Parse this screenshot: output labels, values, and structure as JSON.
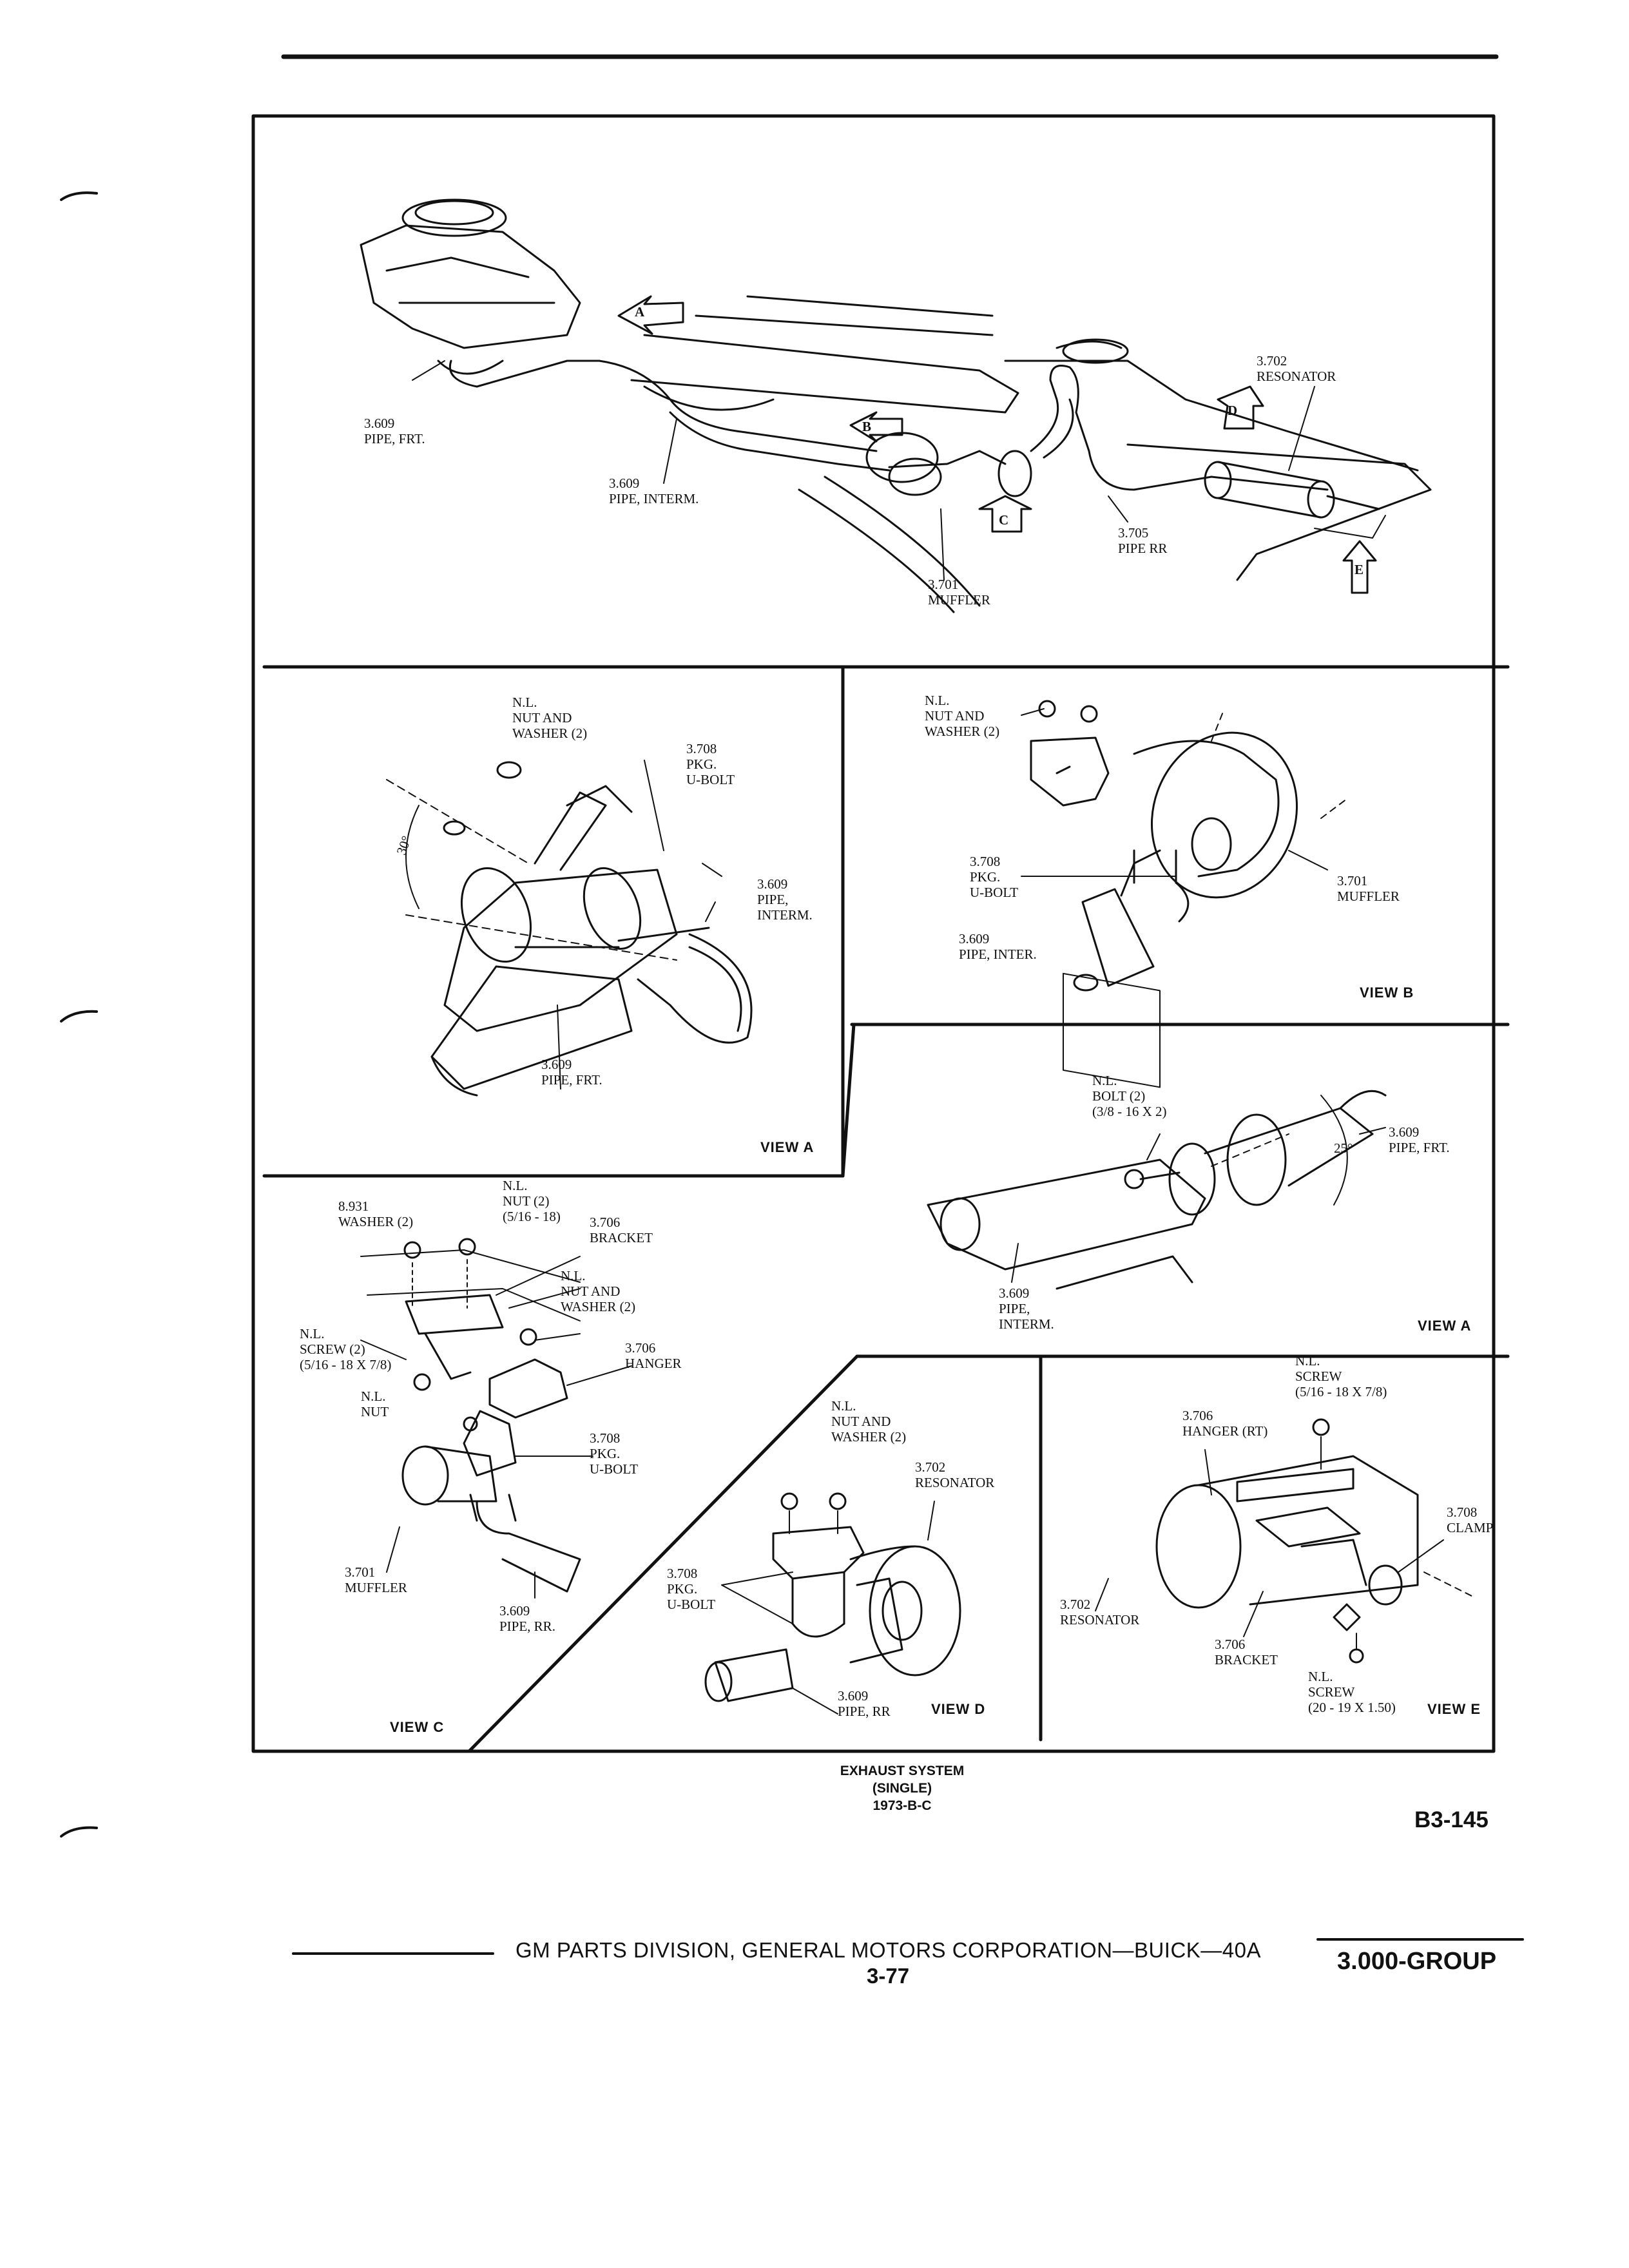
{
  "main": {
    "labels": [
      {
        "id": "pipe-frt",
        "lines": [
          "3.609",
          "PIPE, FRT."
        ]
      },
      {
        "id": "pipe-interm",
        "lines": [
          "3.609",
          "PIPE, INTERM."
        ]
      },
      {
        "id": "muffler",
        "lines": [
          "3.701",
          "MUFFLER"
        ]
      },
      {
        "id": "pipe-rr",
        "lines": [
          "3.705",
          "PIPE RR"
        ]
      },
      {
        "id": "resonator",
        "lines": [
          "3.702",
          "RESONATOR"
        ]
      }
    ],
    "callouts": [
      "A",
      "B",
      "C",
      "D",
      "E"
    ]
  },
  "view_a1": {
    "title": "VIEW A",
    "labels": [
      {
        "id": "nut-washer",
        "lines": [
          "N.L.",
          "NUT AND",
          "WASHER (2)"
        ]
      },
      {
        "id": "ubolt",
        "lines": [
          "3.708",
          "PKG.",
          "U-BOLT"
        ]
      },
      {
        "id": "pipe-interm",
        "lines": [
          "3.609",
          "PIPE,",
          "INTERM."
        ]
      },
      {
        "id": "pipe-frt",
        "lines": [
          "3.609",
          "PIPE, FRT."
        ]
      }
    ],
    "angle": "30°"
  },
  "view_b": {
    "title": "VIEW B",
    "labels": [
      {
        "id": "nut-washer",
        "lines": [
          "N.L.",
          "NUT AND",
          "WASHER (2)"
        ]
      },
      {
        "id": "ubolt",
        "lines": [
          "3.708",
          "PKG.",
          "U-BOLT"
        ]
      },
      {
        "id": "pipe-inter",
        "lines": [
          "3.609",
          "PIPE, INTER."
        ]
      },
      {
        "id": "muffler",
        "lines": [
          "3.701",
          "MUFFLER"
        ]
      }
    ]
  },
  "view_a2": {
    "title": "VIEW A",
    "labels": [
      {
        "id": "bolt",
        "lines": [
          "N.L.",
          "BOLT (2)",
          "(3/8 - 16 x 2)"
        ]
      },
      {
        "id": "pipe-frt",
        "lines": [
          "3.609",
          "PIPE, FRT."
        ]
      },
      {
        "id": "pipe-interm",
        "lines": [
          "3.609",
          "PIPE,",
          "INTERM."
        ]
      }
    ],
    "angle": "25°"
  },
  "view_c": {
    "title": "VIEW C",
    "labels": [
      {
        "id": "washer",
        "lines": [
          "8.931",
          "WASHER (2)"
        ]
      },
      {
        "id": "nut",
        "lines": [
          "N.L.",
          "NUT (2)",
          "(5/16 - 18)"
        ]
      },
      {
        "id": "bracket",
        "lines": [
          "3.706",
          "BRACKET"
        ]
      },
      {
        "id": "nut-washer",
        "lines": [
          "N.L.",
          "NUT AND",
          "WASHER (2)"
        ]
      },
      {
        "id": "screw",
        "lines": [
          "N.L.",
          "SCREW (2)",
          "(5/16 - 18 x 7/8)"
        ]
      },
      {
        "id": "hanger",
        "lines": [
          "3.706",
          "HANGER"
        ]
      },
      {
        "id": "nl-nut",
        "lines": [
          "N.L.",
          "NUT"
        ]
      },
      {
        "id": "ubolt",
        "lines": [
          "3.708",
          "PKG.",
          "U-BOLT"
        ]
      },
      {
        "id": "muffler",
        "lines": [
          "3.701",
          "MUFFLER"
        ]
      },
      {
        "id": "pipe-rr",
        "lines": [
          "3.609",
          "PIPE, RR."
        ]
      }
    ]
  },
  "view_d": {
    "title": "VIEW D",
    "labels": [
      {
        "id": "nut-washer",
        "lines": [
          "N.L.",
          "NUT AND",
          "WASHER (2)"
        ]
      },
      {
        "id": "resonator",
        "lines": [
          "3.702",
          "RESONATOR"
        ]
      },
      {
        "id": "ubolt",
        "lines": [
          "3.708",
          "PKG.",
          "U-BOLT"
        ]
      },
      {
        "id": "pipe-rr",
        "lines": [
          "3.609",
          "PIPE, RR"
        ]
      }
    ]
  },
  "view_e": {
    "title": "VIEW E",
    "labels": [
      {
        "id": "screw-top",
        "lines": [
          "N.L.",
          "SCREW",
          "(5/16 - 18 x 7/8)"
        ]
      },
      {
        "id": "hanger-rt",
        "lines": [
          "3.706",
          "HANGER (RT)"
        ]
      },
      {
        "id": "clamp",
        "lines": [
          "3.708",
          "CLAMP"
        ]
      },
      {
        "id": "resonator",
        "lines": [
          "3.702",
          "RESONATOR"
        ]
      },
      {
        "id": "bracket",
        "lines": [
          "3.706",
          "BRACKET"
        ]
      },
      {
        "id": "screw-bottom",
        "lines": [
          "N.L.",
          "SCREW",
          "(20 - 19 x 1.50)"
        ]
      }
    ]
  },
  "caption": {
    "line1": "EXHAUST SYSTEM",
    "line2": "(SINGLE)",
    "line3": "1973-B-C"
  },
  "figure_code": "B3-145",
  "footer": {
    "division": "GM PARTS DIVISION, GENERAL MOTORS CORPORATION—BUICK—40A",
    "page": "3-77",
    "group": "3.000-GROUP"
  }
}
